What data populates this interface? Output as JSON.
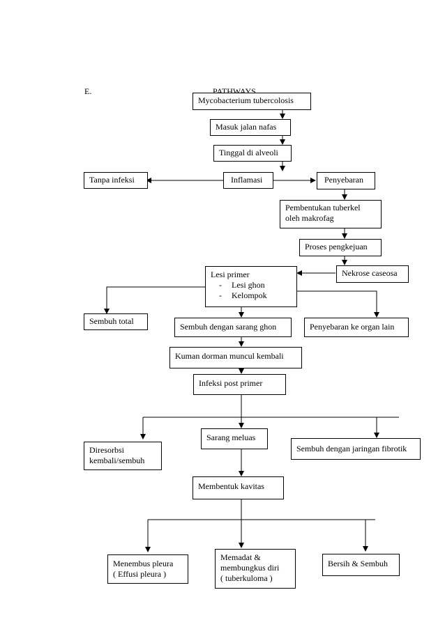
{
  "heading": {
    "letter": "E.",
    "title": "PATHWAYS"
  },
  "nodes": {
    "mycobacterium": "Mycobacterium tubercolosis",
    "masuk": "Masuk jalan nafas",
    "tinggal": "Tinggal di alveoli",
    "tanpa_infeksi": "Tanpa infeksi",
    "inflamasi": "Inflamasi",
    "penyebaran": "Penyebaran",
    "pembentukan": [
      "Pembentukan tuberkel",
      "oleh makrofag"
    ],
    "proses": "Proses pengkejuan",
    "nekrose": "Nekrose caseosa",
    "lesi_primer": {
      "title": "Lesi primer",
      "items": [
        "Lesi ghon",
        "Kelompok"
      ]
    },
    "sembuh_total": "Sembuh total",
    "sembuh_sarang": "Sembuh dengan sarang ghon",
    "penyebaran_organ": "Penyebaran ke organ lain",
    "kuman": "Kuman dorman muncul kembali",
    "infeksi_post": "Infeksi post primer",
    "diresorbsi": [
      "Diresorbsi",
      "kembali/sembuh"
    ],
    "sarang_meluas": "Sarang meluas",
    "sembuh_fibrotik": "Sembuh dengan jaringan fibrotik",
    "membentuk": "Membentuk kavitas",
    "menembus": [
      "Menembus pleura",
      "( Effusi pleura )"
    ],
    "memadat": [
      "Memadat &",
      "membungkus diri",
      "( tuberkuloma )"
    ],
    "bersih": "Bersih & Sembuh"
  }
}
